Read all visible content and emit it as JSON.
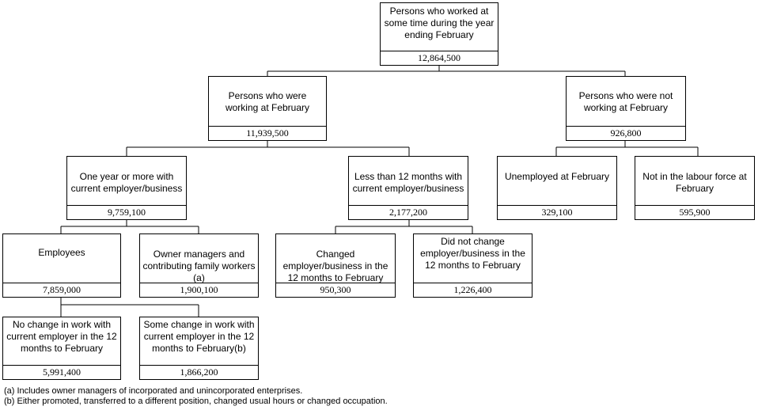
{
  "nodes": {
    "root": {
      "label": "Persons who worked at some time during the year ending February",
      "value": "12,864,500"
    },
    "working": {
      "label": "Persons who were working at February",
      "value": "11,939,500"
    },
    "not_working": {
      "label": "Persons who were not working at February",
      "value": "926,800"
    },
    "one_year": {
      "label": "One year or more with current employer/business",
      "value": "9,759,100"
    },
    "less12": {
      "label": "Less than 12 months with current employer/business",
      "value": "2,177,200"
    },
    "unemployed": {
      "label": "Unemployed at February",
      "value": "329,100"
    },
    "not_labour": {
      "label": "Not in the labour force at February",
      "value": "595,900"
    },
    "employees": {
      "label": "Employees",
      "value": "7,859,000"
    },
    "owner": {
      "label": "Owner managers and contributing family workers (a)",
      "value": "1,900,100"
    },
    "changed": {
      "label": "Changed employer/business in the 12 months to February",
      "value": "950,300"
    },
    "not_changed": {
      "label": "Did not change employer/business in the 12 months to February",
      "value": "1,226,400"
    },
    "no_change": {
      "label": "No change in work with current  employer in the 12 months to February",
      "value": "5,991,400"
    },
    "some_change": {
      "label": "Some change in work with current employer in the 12 months to February(b)",
      "value": "1,866,200"
    }
  },
  "footnotes": {
    "a": "(a) Includes owner managers of incorporated and unincorporated enterprises.",
    "b": "(b) Either promoted, transferred to a different position, changed usual hours or changed occupation."
  }
}
